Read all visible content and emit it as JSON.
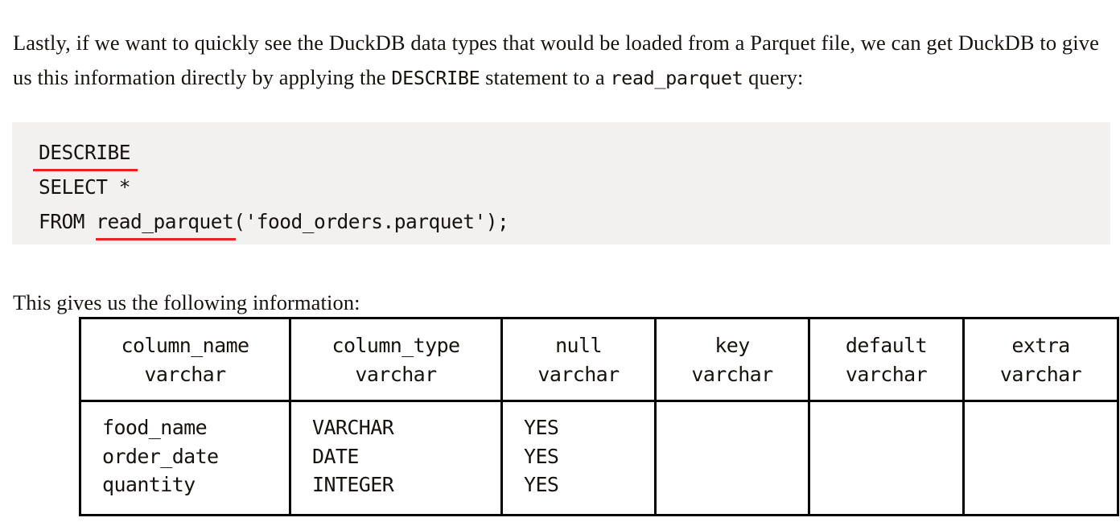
{
  "intro_paragraph": {
    "part1": "Lastly, if we want to quickly see the DuckDB data types that would be loaded from a Parquet file, we can get DuckDB to give us this information directly by applying the ",
    "code1": "DESCRIBE",
    "part2": " statement to a ",
    "code2": "read_parquet",
    "part3": " query:"
  },
  "code_block": {
    "line1_keyword": "DESCRIBE",
    "line2": "SELECT *",
    "line3_prefix": "FROM ",
    "line3_function": "read_parquet",
    "line3_suffix": "('food_orders.parquet');"
  },
  "result_intro": "This gives us the following information:",
  "table": {
    "headers": [
      {
        "name": "column_name",
        "type": "varchar"
      },
      {
        "name": "column_type",
        "type": "varchar"
      },
      {
        "name": "null",
        "type": "varchar"
      },
      {
        "name": "key",
        "type": "varchar"
      },
      {
        "name": "default",
        "type": "varchar"
      },
      {
        "name": "extra",
        "type": "varchar"
      }
    ],
    "cells": {
      "column_name": "food_name\norder_date\nquantity",
      "column_type": "VARCHAR\nDATE\nINTEGER",
      "null": "YES\nYES\nYES",
      "key": "",
      "default": "",
      "extra": ""
    }
  },
  "colors": {
    "code_background": "#f2f1ef",
    "highlight_underline": "#ee2020",
    "text": "#17120f",
    "table_border": "#000000"
  }
}
